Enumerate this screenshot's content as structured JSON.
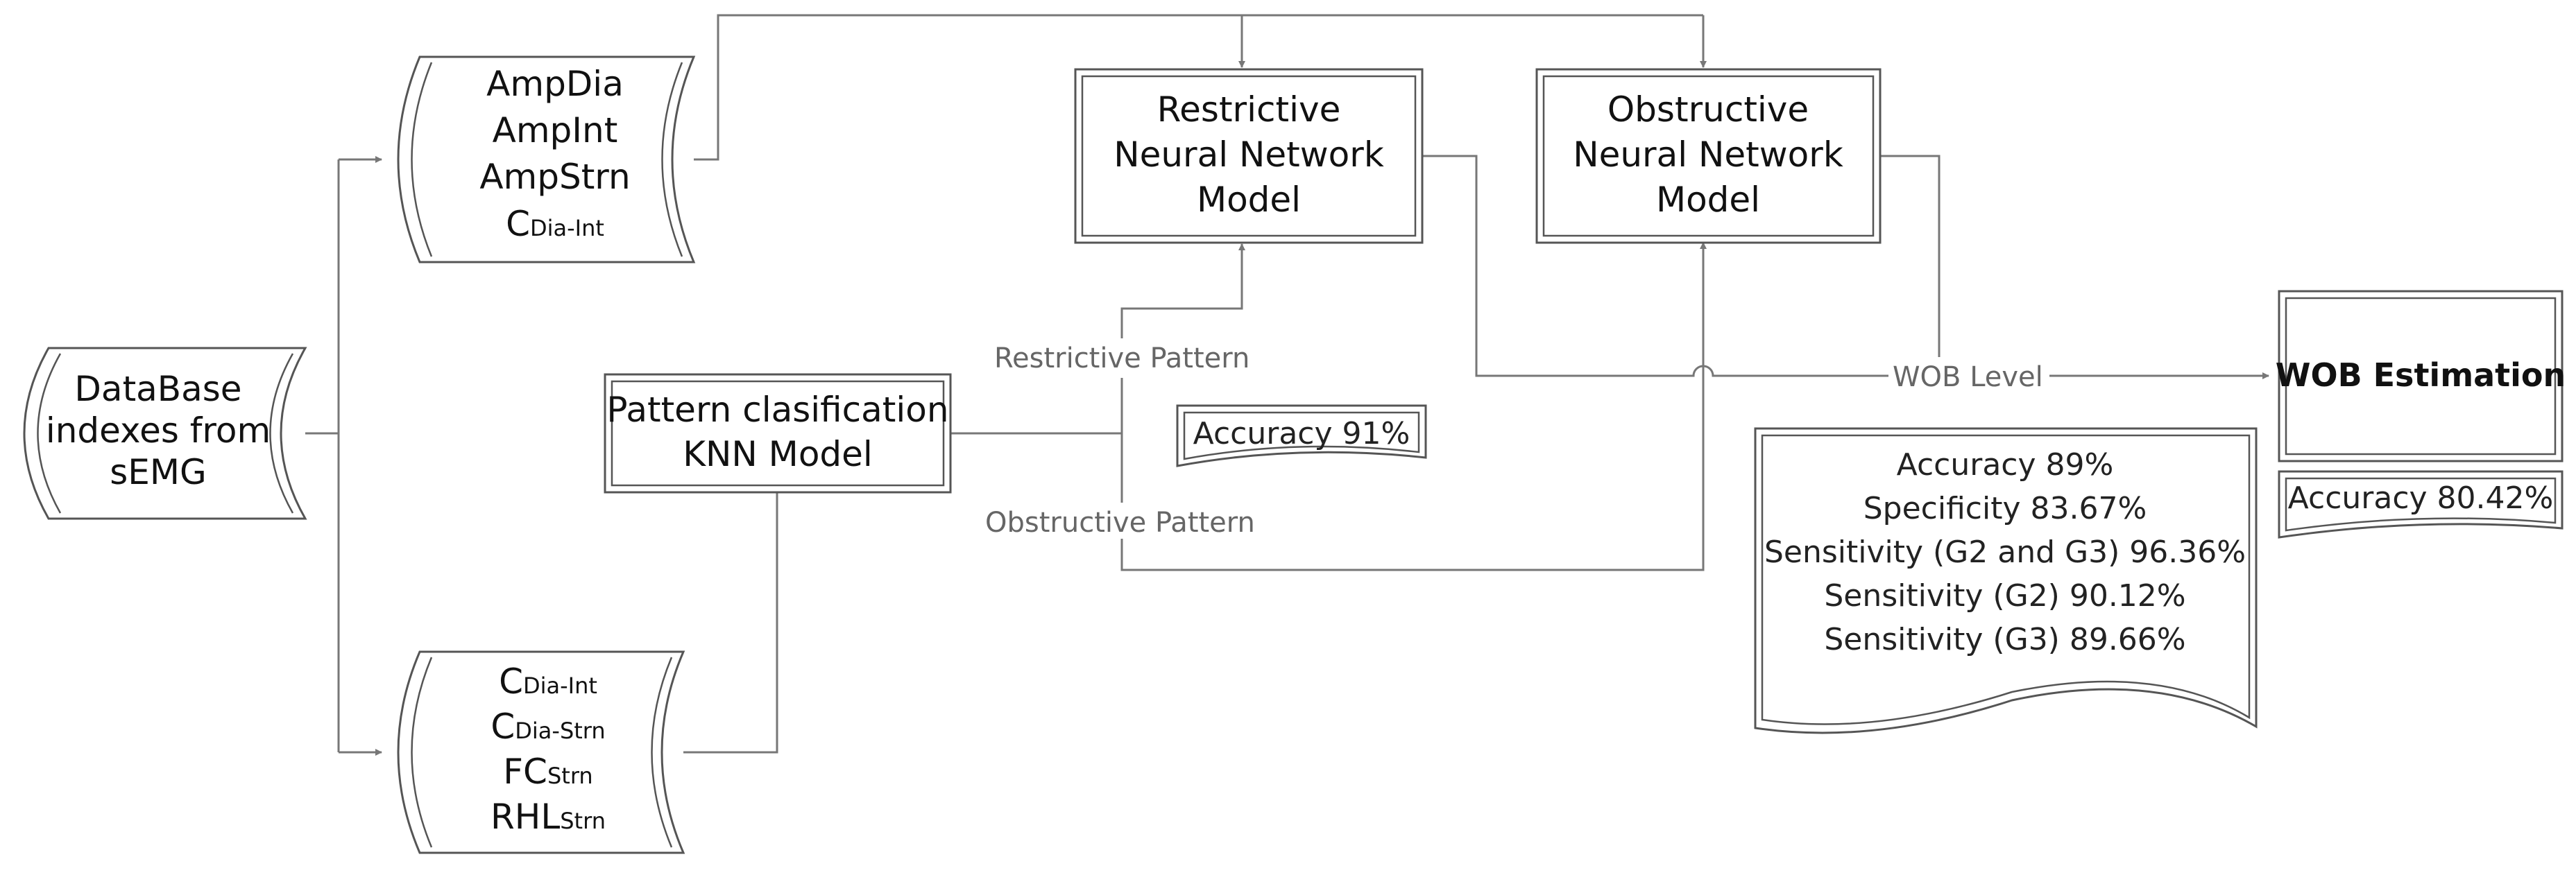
{
  "nodes": {
    "database": {
      "lines": [
        "DataBase",
        "indexes from",
        "sEMG"
      ]
    },
    "features_top": {
      "items": [
        {
          "main": "AmpDia",
          "sub": ""
        },
        {
          "main": "AmpInt",
          "sub": ""
        },
        {
          "main": "AmpStrn",
          "sub": ""
        },
        {
          "main": "C",
          "sub": "Dia-Int"
        }
      ]
    },
    "features_bottom": {
      "items": [
        {
          "main": "C",
          "sub": "Dia-Int"
        },
        {
          "main": "C",
          "sub": "Dia-Strn"
        },
        {
          "main": "FC",
          "sub": "Strn"
        },
        {
          "main": "RHL",
          "sub": "Strn"
        }
      ]
    },
    "knn": {
      "lines": [
        "Pattern clasification",
        "KNN Model"
      ]
    },
    "restrictive_nn": {
      "lines": [
        "Restrictive",
        "Neural Network",
        "Model"
      ]
    },
    "obstructive_nn": {
      "lines": [
        "Obstructive",
        "Neural Network",
        "Model"
      ]
    },
    "wob": {
      "lines": [
        "WOB Estimation"
      ]
    }
  },
  "edge_labels": {
    "restrictive_pattern": "Restrictive Pattern",
    "obstructive_pattern": "Obstructive Pattern",
    "wob_level": "WOB Level"
  },
  "notes": {
    "knn_accuracy": "Accuracy 91%",
    "wob_accuracy": "Accuracy 80.42%",
    "obstructive_metrics": [
      "Accuracy 89%",
      "Specificity 83.67%",
      "Sensitivity (G2 and G3) 96.36%",
      "Sensitivity (G2) 90.12%",
      "Sensitivity (G3) 89.66%"
    ]
  },
  "colors": {
    "line": "#777777",
    "border": "#555555",
    "text": "#111111",
    "label": "#666666"
  }
}
